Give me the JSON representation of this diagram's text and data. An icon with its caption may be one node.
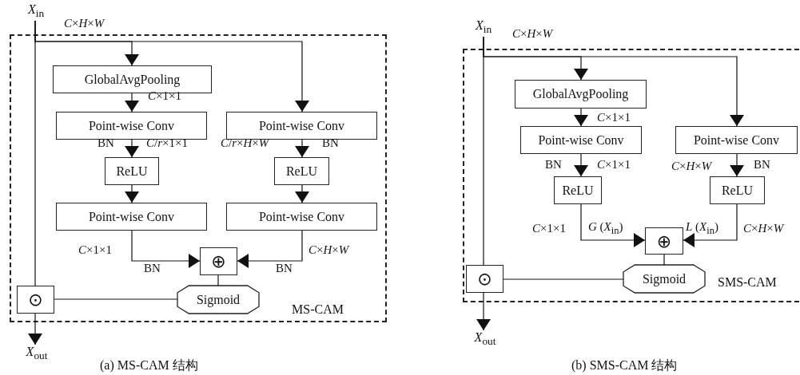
{
  "diagram": {
    "nodes": [
      {
        "text": [
          "MS-CAM"
        ]
      },
      {
        "text": [
          "*X*$_{in}$"
        ]
      },
      {
        "text": [
          "GlobalAvgPooling"
        ],
        "in": 0
      },
      {
        "text": [
          "Point-wise Conv"
        ],
        "in": 0
      },
      {
        "text": [
          "ReLU"
        ],
        "in": 0
      },
      {
        "text": [
          "Point-wise Conv"
        ],
        "in": 0
      },
      {
        "text": [
          "Point-wise Conv"
        ],
        "in": 0
      },
      {
        "text": [
          "ReLU"
        ],
        "in": 0
      },
      {
        "text": [
          "Point-wise Conv"
        ],
        "in": 0
      },
      {
        "text": [
          "⊕"
        ],
        "in": 0
      },
      {
        "text": [
          "Sigmoid"
        ],
        "in": 0
      },
      {
        "text": [
          "⊙"
        ],
        "in": 0
      },
      {
        "text": [
          "*X*$_{out}$"
        ]
      },
      {
        "text": [
          "SMS-CAM"
        ]
      },
      {
        "text": [
          "*X*$_{in}$"
        ]
      },
      {
        "text": [
          "GlobalAvgPooling"
        ],
        "in": 13
      },
      {
        "text": [
          "Point-wise Conv"
        ],
        "in": 13
      },
      {
        "text": [
          "ReLU"
        ],
        "in": 13
      },
      {
        "text": [
          "Point-wise Conv"
        ],
        "in": 13
      },
      {
        "text": [
          "ReLU"
        ],
        "in": 13
      },
      {
        "text": [
          "⊕"
        ],
        "in": 13
      },
      {
        "text": [
          "Sigmoid"
        ],
        "in": 13
      },
      {
        "text": [
          "⊙"
        ],
        "in": 13
      },
      {
        "text": [
          "*X*$_{out}$"
        ]
      }
    ],
    "edges": [
      {
        "from": 1,
        "to": 2,
        "arrow": "to"
      },
      {
        "from": 1,
        "to": 6,
        "arrow": "to"
      },
      {
        "from": 1,
        "to": 11,
        "arrow": "none"
      },
      {
        "from": 2,
        "to": 3,
        "arrow": "to"
      },
      {
        "from": 3,
        "to": 4,
        "arrow": "to"
      },
      {
        "from": 4,
        "to": 5,
        "arrow": "to"
      },
      {
        "from": 6,
        "to": 7,
        "arrow": "to"
      },
      {
        "from": 7,
        "to": 8,
        "arrow": "to"
      },
      {
        "from": 5,
        "to": 9,
        "arrow": "to"
      },
      {
        "from": 8,
        "to": 9,
        "arrow": "to"
      },
      {
        "from": 9,
        "to": 10,
        "arrow": "none"
      },
      {
        "from": 10,
        "to": 11,
        "arrow": "none"
      },
      {
        "from": 11,
        "to": 12,
        "arrow": "to"
      },
      {
        "from": 14,
        "to": 15,
        "arrow": "to"
      },
      {
        "from": 14,
        "to": 18,
        "arrow": "to"
      },
      {
        "from": 14,
        "to": 22,
        "arrow": "none"
      },
      {
        "from": 15,
        "to": 16,
        "arrow": "to"
      },
      {
        "from": 16,
        "to": 17,
        "arrow": "to"
      },
      {
        "from": 18,
        "to": 19,
        "arrow": "to"
      },
      {
        "from": 17,
        "to": 20,
        "arrow": "to"
      },
      {
        "from": 19,
        "to": 20,
        "arrow": "to"
      },
      {
        "from": 20,
        "to": 21,
        "arrow": "none"
      },
      {
        "from": 21,
        "to": 22,
        "arrow": "none"
      },
      {
        "from": 22,
        "to": 23,
        "arrow": "to"
      }
    ],
    "labels": [
      "*C*×*H*×*W*",
      "*C*×1×1",
      "BN",
      "*C*/*r*×1×1",
      "*C*/*r*×*H*×*W*",
      "BN",
      "*C*×1×1",
      "*C*×*H*×*W*",
      "BN",
      "BN",
      "(a) MS-CAM 结构",
      "*C*×*H*×*W*",
      "*C*×1×1",
      "BN",
      "*C*×1×1",
      "*C*×*H*×*W*",
      "BN",
      "*C*×1×1",
      "*G* (*X*$_{in}$)",
      "*L* (*X*$_{in}$)",
      "*C*×*H*×*W*",
      "(b) SMS-CAM 结构"
    ]
  }
}
